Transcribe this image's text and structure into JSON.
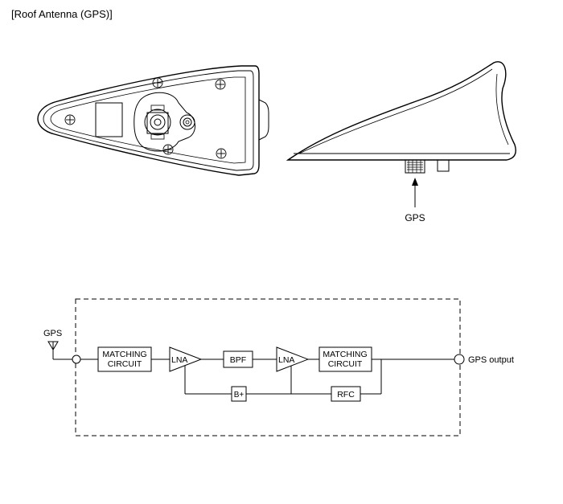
{
  "page": {
    "title": "[Roof Antenna (GPS)]"
  },
  "side_view": {
    "connector_label": "GPS"
  },
  "block_diagram": {
    "input_label": "GPS",
    "output_label": "GPS output",
    "blocks": {
      "matching1_line1": "MATCHING",
      "matching1_line2": "CIRCUIT",
      "lna1": "LNA",
      "bpf": "BPF",
      "lna2": "LNA",
      "matching2_line1": "MATCHING",
      "matching2_line2": "CIRCUIT",
      "bplus": "B+",
      "rfc": "RFC"
    }
  }
}
